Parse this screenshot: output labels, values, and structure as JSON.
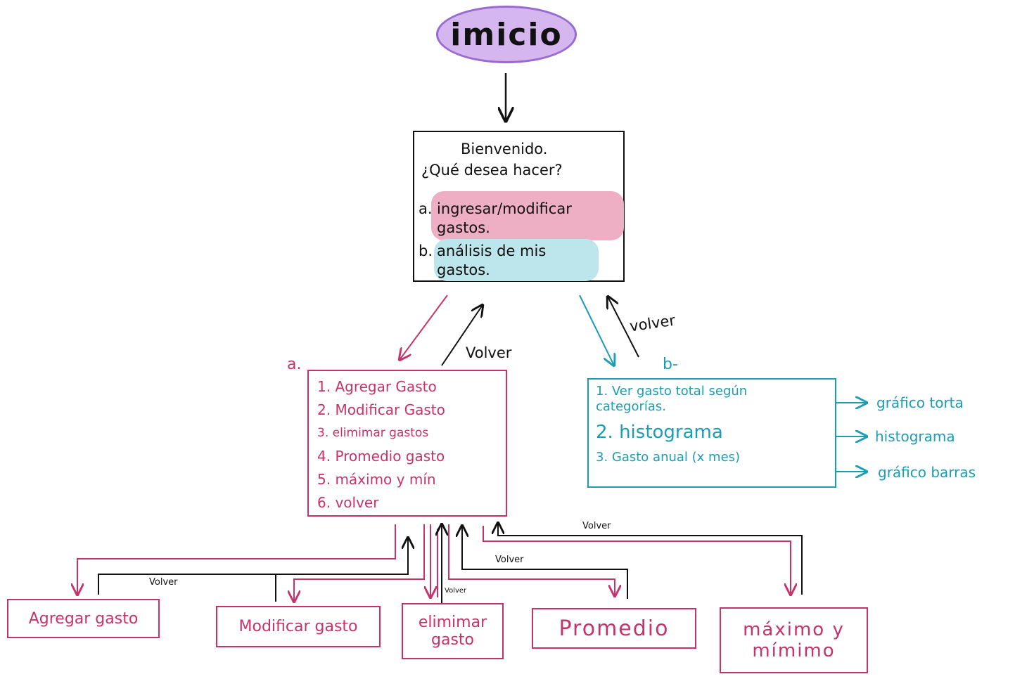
{
  "start": {
    "label": "imicio"
  },
  "welcome": {
    "line1": "Bienvenido.",
    "line2": "¿Qué desea hacer?",
    "option_a_marker": "a.",
    "option_a_text": "ingresar/modificar gastos.",
    "option_b_marker": "b.",
    "option_b_text": "análisis de mis gastos."
  },
  "menu_a": {
    "tag": "a.",
    "items": [
      {
        "label": "1. Agregar Gasto"
      },
      {
        "label": "2. Modificar Gasto"
      },
      {
        "label": "3. elimimar gastos"
      },
      {
        "label": "4. Promedio gasto"
      },
      {
        "label": "5. máximo y mín"
      },
      {
        "label": "6. volver"
      }
    ]
  },
  "menu_b": {
    "tag": "b-",
    "items": [
      {
        "label": "1. Ver gasto total según categorías."
      },
      {
        "label": "2. histograma"
      },
      {
        "label": "3. Gasto anual (x mes)"
      }
    ],
    "outputs": [
      {
        "label": "gráfico torta"
      },
      {
        "label": "histograma"
      },
      {
        "label": "gráfico barras"
      }
    ]
  },
  "edges": {
    "volver_a": "Volver",
    "volver_b": "volver",
    "volver_agregar": "Volver",
    "volver_eliminar": "Volver",
    "volver_promedio": "Volver",
    "volver_maximo": "Volver"
  },
  "leaves": [
    {
      "label": "Agregar gasto"
    },
    {
      "label": "Modificar gasto"
    },
    {
      "label": "elimimar gasto"
    },
    {
      "label": "Promedio"
    },
    {
      "label": "máximo y mímimo"
    }
  ],
  "colors": {
    "pink": "#c8326a",
    "cyan": "#1a9db5",
    "start_fill": "#d6b6ef",
    "highlight_pink": "#eeaec3",
    "highlight_cyan": "#bde6ec"
  }
}
